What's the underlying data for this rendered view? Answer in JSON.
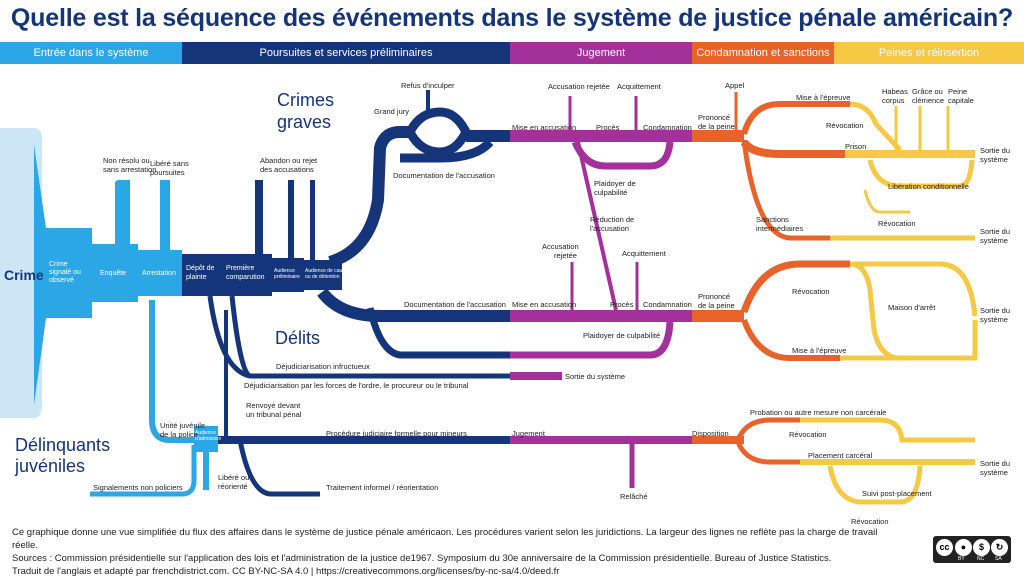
{
  "title": "Quelle est la séquence des événements dans le système de justice pénale américain?",
  "stages": [
    {
      "label": "Entrée dans le système",
      "color": "#2aa7e4"
    },
    {
      "label": "Poursuites et services préliminaires",
      "color": "#14357a"
    },
    {
      "label": "Jugement",
      "color": "#a3309b"
    },
    {
      "label": "Condamnation et sanctions",
      "color": "#e8622a"
    },
    {
      "label": "Peines et réinsertion",
      "color": "#f7c843"
    }
  ],
  "sections": {
    "crime": "Crime",
    "crimes_graves_1": "Crimes",
    "crimes_graves_2": "graves",
    "delits": "Délits",
    "juveniles_1": "Délinquants",
    "juveniles_2": "juvéniles"
  },
  "boxes": {
    "crime_signale_1": "Crime",
    "crime_signale_2": "signalé ou",
    "crime_signale_3": "observé",
    "enquete": "Enquête",
    "arrestation": "Arrestation",
    "depot_1": "Dépôt de",
    "depot_2": "plainte",
    "premiere_1": "Première",
    "premiere_2": "comparution",
    "audience_prelim_1": "Audience",
    "audience_prelim_2": "préliminaire",
    "audience_caution_1": "Audience de caution",
    "audience_caution_2": "ou de détention",
    "audience_admission_1": "Audience",
    "audience_admission_2": "d'admission"
  },
  "labels": {
    "non_resolu_1": "Non résolu ou",
    "non_resolu_2": "sans arrestation",
    "libere_sans_1": "Libéré sans",
    "libere_sans_2": "poursuites",
    "abandon_1": "Abandon ou rejet",
    "abandon_2": "des accusations",
    "refus": "Refus d'inculper",
    "grand_jury": "Grand jury",
    "documentation_1": "Documentation de l'accusation",
    "documentation_2": "Documentation de l'accusation",
    "mise_en_accusation_1": "Mise en accusation",
    "mise_en_accusation_2": "Mise en accusation",
    "accusation_rejetee_1": "Accusation rejetée",
    "accusation_rejetee_2a": "Accusation",
    "accusation_rejetee_2b": "rejetée",
    "acquittement_1": "Acquittement",
    "acquittement_2": "Acquittement",
    "proces_1": "Procès",
    "proces_2": "Procès",
    "condamnation_1": "Condamnation",
    "condamnation_2": "Condamnation",
    "plaidoyer_1a": "Plaidoyer de",
    "plaidoyer_1b": "culpabilité",
    "plaidoyer_2": "Plaidoyer de culpabilité",
    "reduction_1": "Réduction de",
    "reduction_2": "l'accusation",
    "appel": "Appel",
    "prononce_1a": "Prononcé",
    "prononce_1b": "de la peine",
    "prononce_2a": "Prononcé",
    "prononce_2b": "de la peine",
    "mise_epreuve_1": "Mise à l'épreuve",
    "mise_epreuve_2": "Mise à l'épreuve",
    "revocation_1": "Révocation",
    "revocation_2": "Révocation",
    "revocation_3": "Révocation",
    "revocation_4": "Révocation",
    "revocation_5": "Révocation",
    "prison": "Prison",
    "habeas_1": "Habeas",
    "habeas_2": "corpus",
    "grace_1": "Grâce ou",
    "grace_2": "clémence",
    "peine_capitale_1": "Peine",
    "peine_capitale_2": "capitale",
    "liberation": "Libération conditionnelle",
    "sanctions_1": "Sanctions",
    "sanctions_2": "intermédiaires",
    "maison_arret": "Maison d'arrêt",
    "sortie_1": "Sortie du",
    "sortie_2": "système",
    "dejudiciarisation_1": "Déjudiciarisation infructueux",
    "dejudiciarisation_2": "Déjudiciarisation par les forces de l'ordre, le procureur ou le tribunal",
    "sortie_systeme_inline": "Sortie du système",
    "renvoye_1": "Renvoyé devant",
    "renvoye_2": "un tribunal pénal",
    "unite_1": "Unité juvénile",
    "unite_2": "de la police",
    "signalements": "Signalements non policiers",
    "libere_1": "Libéré ou",
    "libere_2": "réorienté",
    "procedure_formelle": "Procédure judiciaire formelle pour mineurs",
    "traitement_informel": "Traitement informel / réorientation",
    "jugement": "Jugement",
    "relache": "Relâché",
    "disposition": "Disposition",
    "probation": "Probation ou autre mesure non carcérale",
    "placement": "Placement carcéral",
    "suivi": "Suivi post-placement"
  },
  "footer": {
    "line1": "Ce graphique donne une vue simplifiée du flux des affaires dans le système de justice pénale américaon. Les procédures varient selon les juridictions. La largeur des lignes ne reflète pas la charge de travail réelle.",
    "line2": "Sources : Commission présidentielle sur l'application des lois et l'administration de la justice de1967. Symposium du 30e anniversaire de la Commission présidentielle. Bureau of Justice Statistics.",
    "line3": "Traduit de l'anglais et adapté par frenchdistrict.com. CC BY-NC-SA 4.0 | https://creativecommons.org/licenses/by-nc-sa/4.0/deed.fr"
  },
  "license": {
    "cc": "cc",
    "by": "BY",
    "nc": "NC",
    "sa": "SA"
  }
}
